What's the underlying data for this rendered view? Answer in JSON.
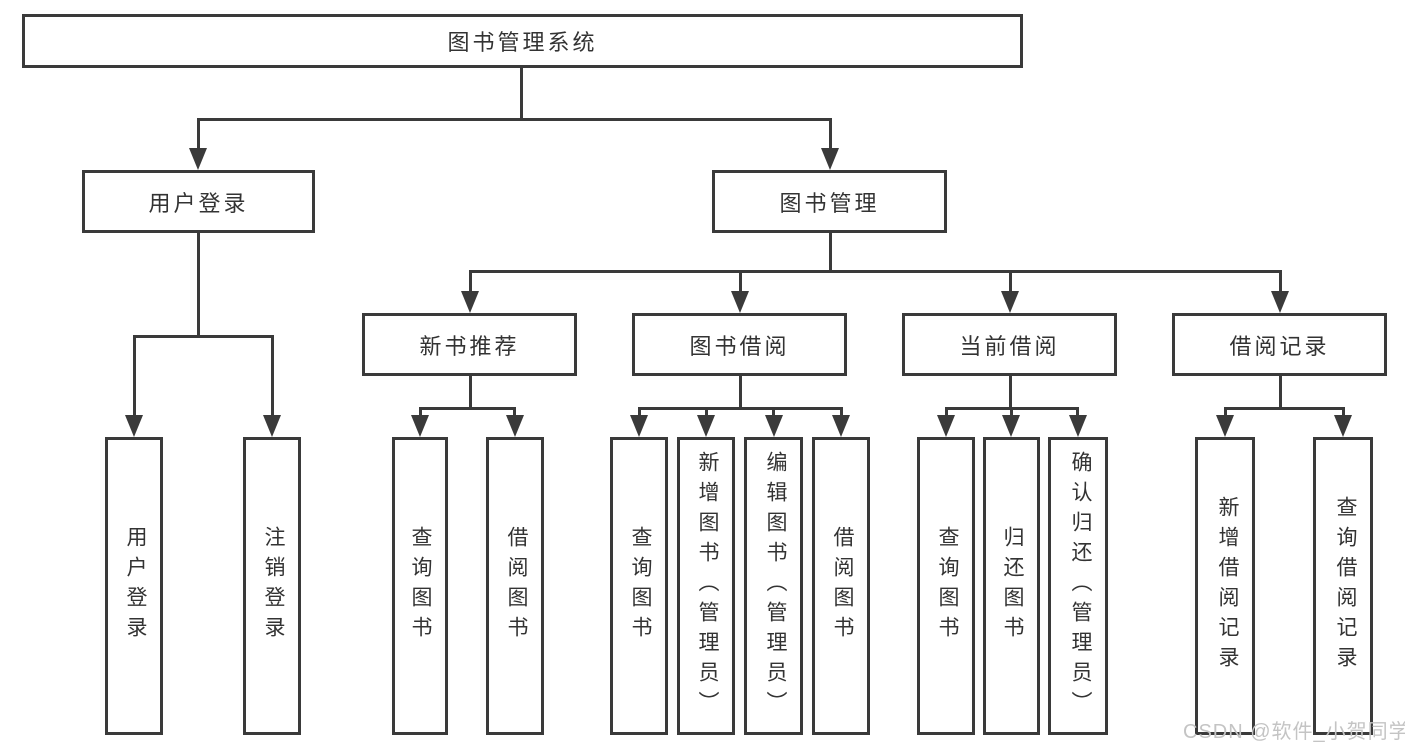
{
  "diagram": {
    "type": "hierarchy-tree",
    "title": "图书管理系统"
  },
  "nodes": {
    "root": {
      "label": "图书管理系统"
    },
    "level2": [
      {
        "id": "user-login",
        "label": "用户登录",
        "parent": "图书管理系统"
      },
      {
        "id": "book-management",
        "label": "图书管理",
        "parent": "图书管理系统"
      }
    ],
    "level3": [
      {
        "id": "new-book-recommend",
        "label": "新书推荐",
        "parent": "图书管理"
      },
      {
        "id": "book-borrow",
        "label": "图书借阅",
        "parent": "图书管理"
      },
      {
        "id": "current-borrow",
        "label": "当前借阅",
        "parent": "图书管理"
      },
      {
        "id": "borrow-records",
        "label": "借阅记录",
        "parent": "图书管理"
      }
    ],
    "leaves": [
      {
        "label": "用户登录",
        "parent": "用户登录"
      },
      {
        "label": "注销登录",
        "parent": "用户登录"
      },
      {
        "label": "查询图书",
        "parent": "新书推荐"
      },
      {
        "label": "借阅图书",
        "parent": "新书推荐"
      },
      {
        "label": "查询图书",
        "parent": "图书借阅"
      },
      {
        "label": "新增图书（管理员）",
        "parent": "图书借阅"
      },
      {
        "label": "编辑图书（管理员）",
        "parent": "图书借阅"
      },
      {
        "label": "借阅图书",
        "parent": "图书借阅"
      },
      {
        "label": "查询图书",
        "parent": "当前借阅"
      },
      {
        "label": "归还图书",
        "parent": "当前借阅"
      },
      {
        "label": "确认归还（管理员）",
        "parent": "当前借阅"
      },
      {
        "label": "新增借阅记录",
        "parent": "借阅记录"
      },
      {
        "label": "查询借阅记录",
        "parent": "借阅记录"
      }
    ]
  },
  "watermark": {
    "text": "CSDN @软件_小贺同学"
  },
  "colors": {
    "line": "#3a3a3a",
    "text": "#333333",
    "background": "#ffffff",
    "watermark": "#c4c4c4"
  }
}
